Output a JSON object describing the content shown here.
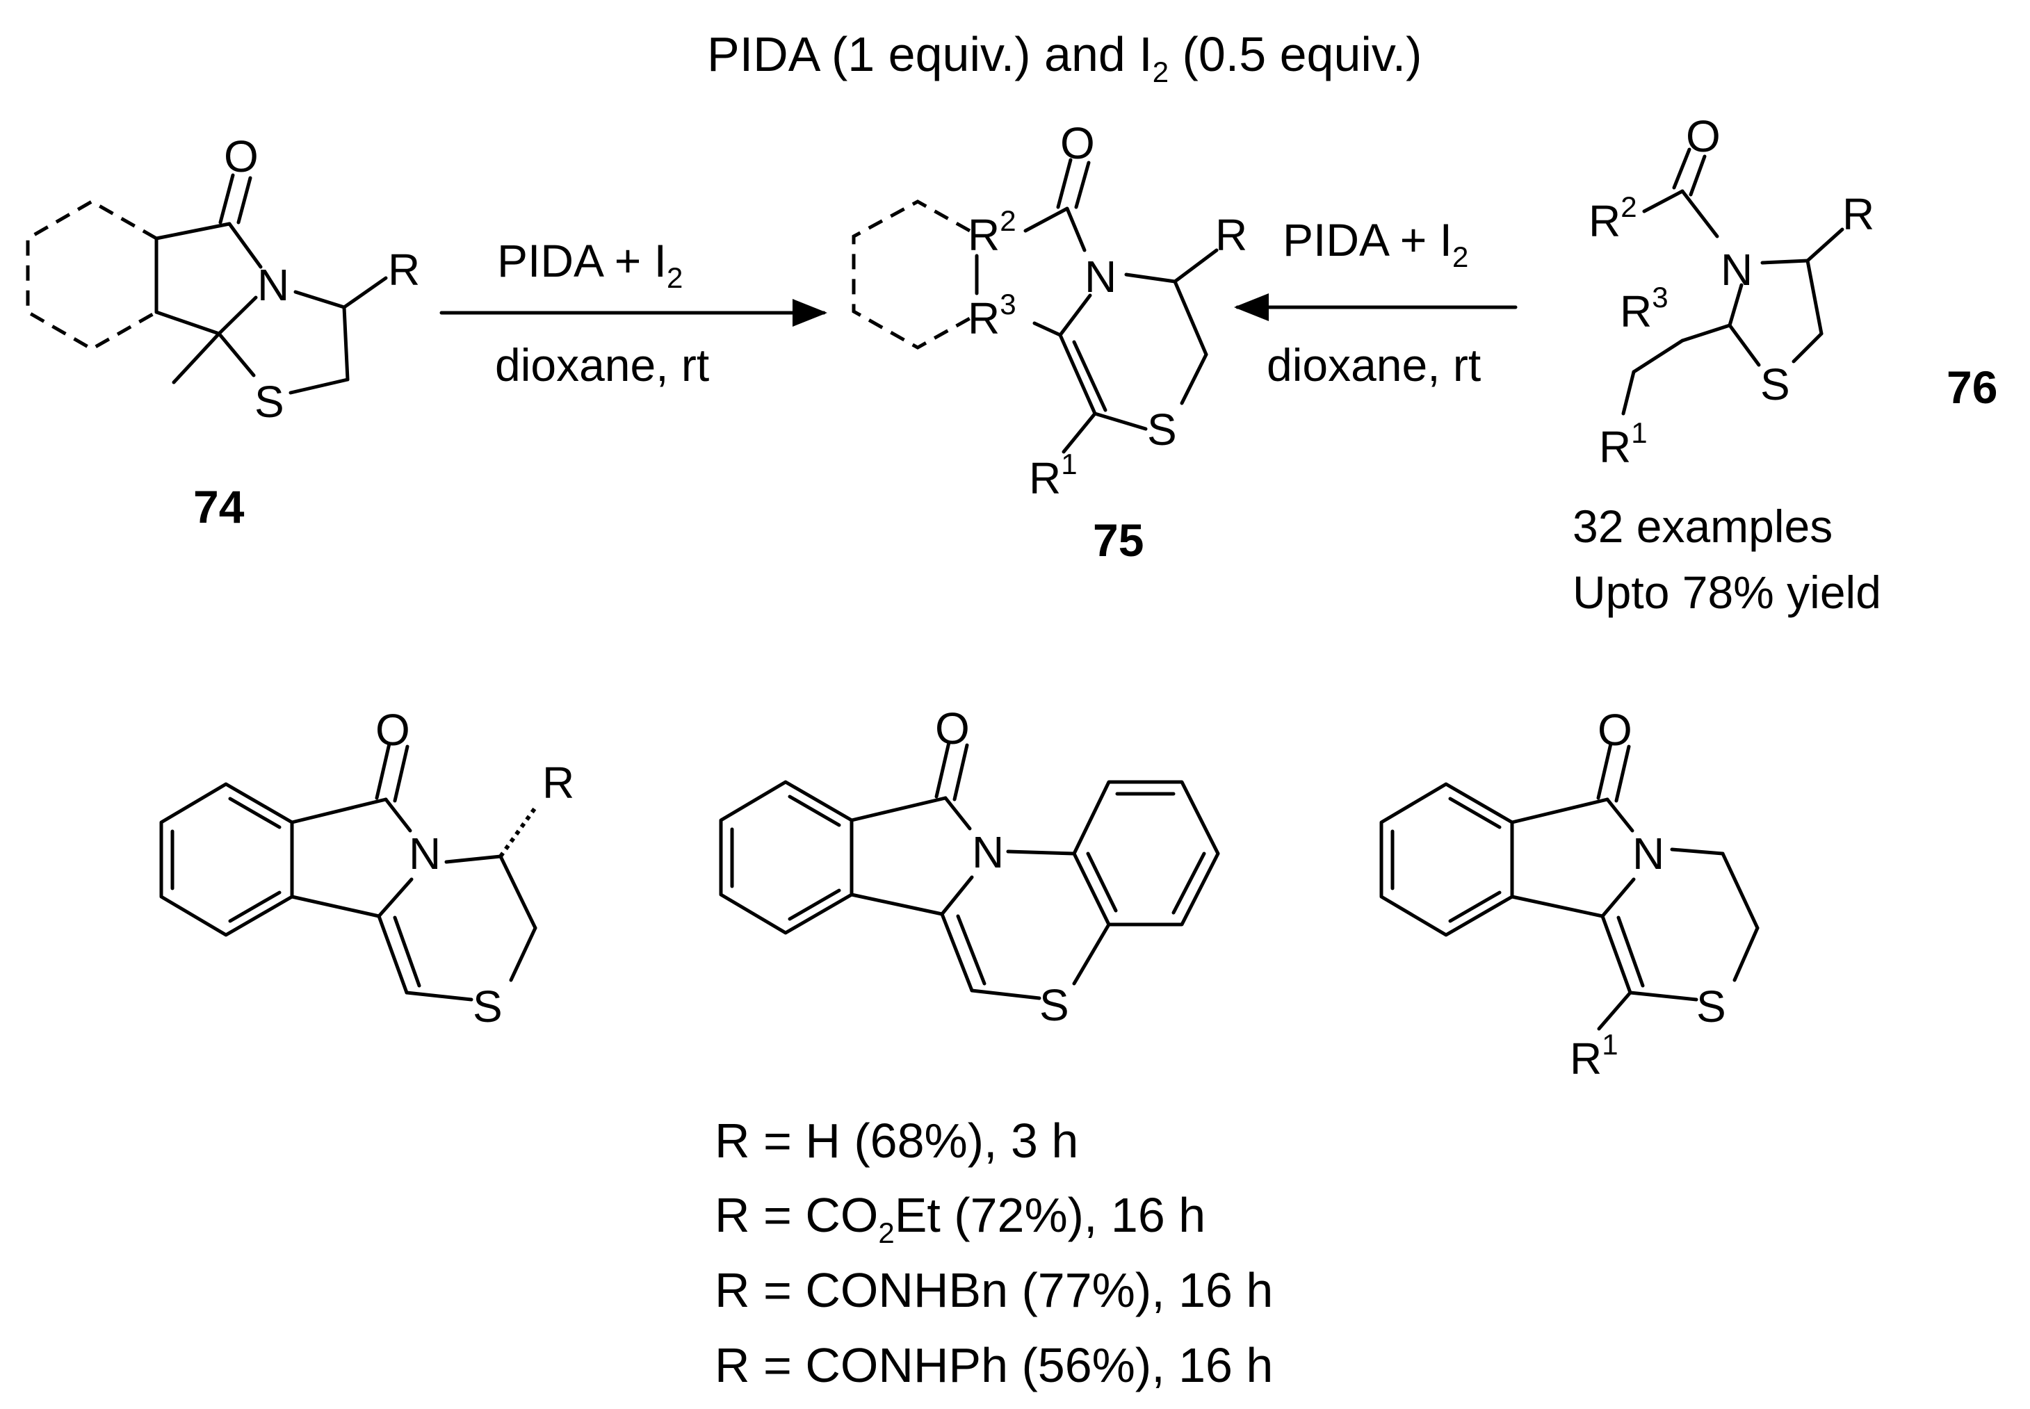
{
  "header": {
    "pre": "PIDA (1 equiv.) and I",
    "sub": "2",
    "post": " (0.5 equiv.)"
  },
  "compounds": {
    "c74": "74",
    "c75": "75",
    "c76": "76"
  },
  "atoms": {
    "O": "O",
    "N": "N",
    "S": "S",
    "R": "R",
    "R1": "R",
    "R2": "R",
    "R3": "R",
    "sup1": "1",
    "sup2": "2",
    "sup3": "3"
  },
  "arrows": {
    "left": {
      "reagent_pre": "PIDA + I",
      "reagent_sub": "2",
      "solvent": "dioxane, rt"
    },
    "right": {
      "reagent_pre": "PIDA + I",
      "reagent_sub": "2",
      "solvent": "dioxane, rt"
    }
  },
  "summary": {
    "examples": "32 examples",
    "yield": "Upto 78% yield"
  },
  "results": [
    {
      "pre": "R = H (68%), 3 h"
    },
    {
      "pre": "R = CO",
      "sub": "2",
      "post": "Et (72%), 16 h"
    },
    {
      "pre": "R = CONHBn (77%), 16 h"
    },
    {
      "pre": "R = CONHPh (56%), 16 h"
    }
  ]
}
